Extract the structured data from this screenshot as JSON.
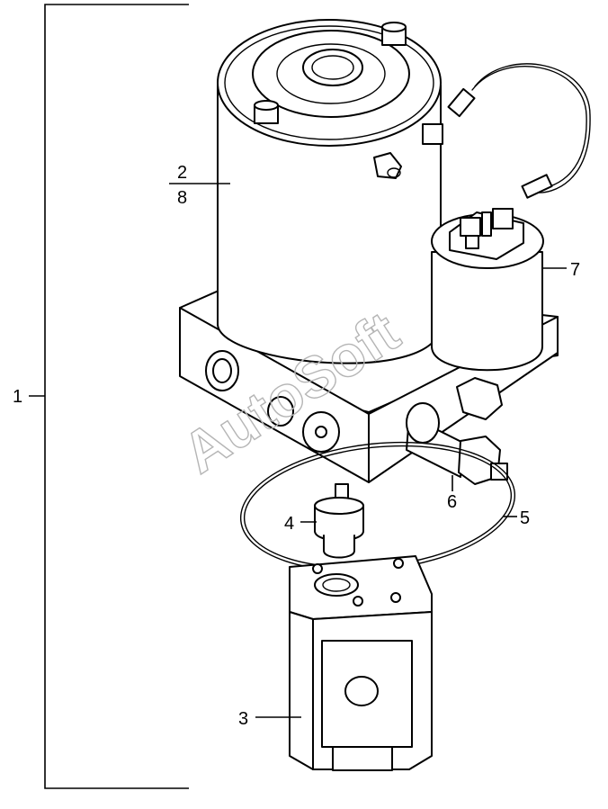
{
  "callouts": {
    "c1": "1",
    "c2": "2",
    "c8": "8",
    "c7": "7",
    "c6": "6",
    "c5": "5",
    "c4": "4",
    "c3": "3"
  },
  "watermark": "AutoSoft"
}
